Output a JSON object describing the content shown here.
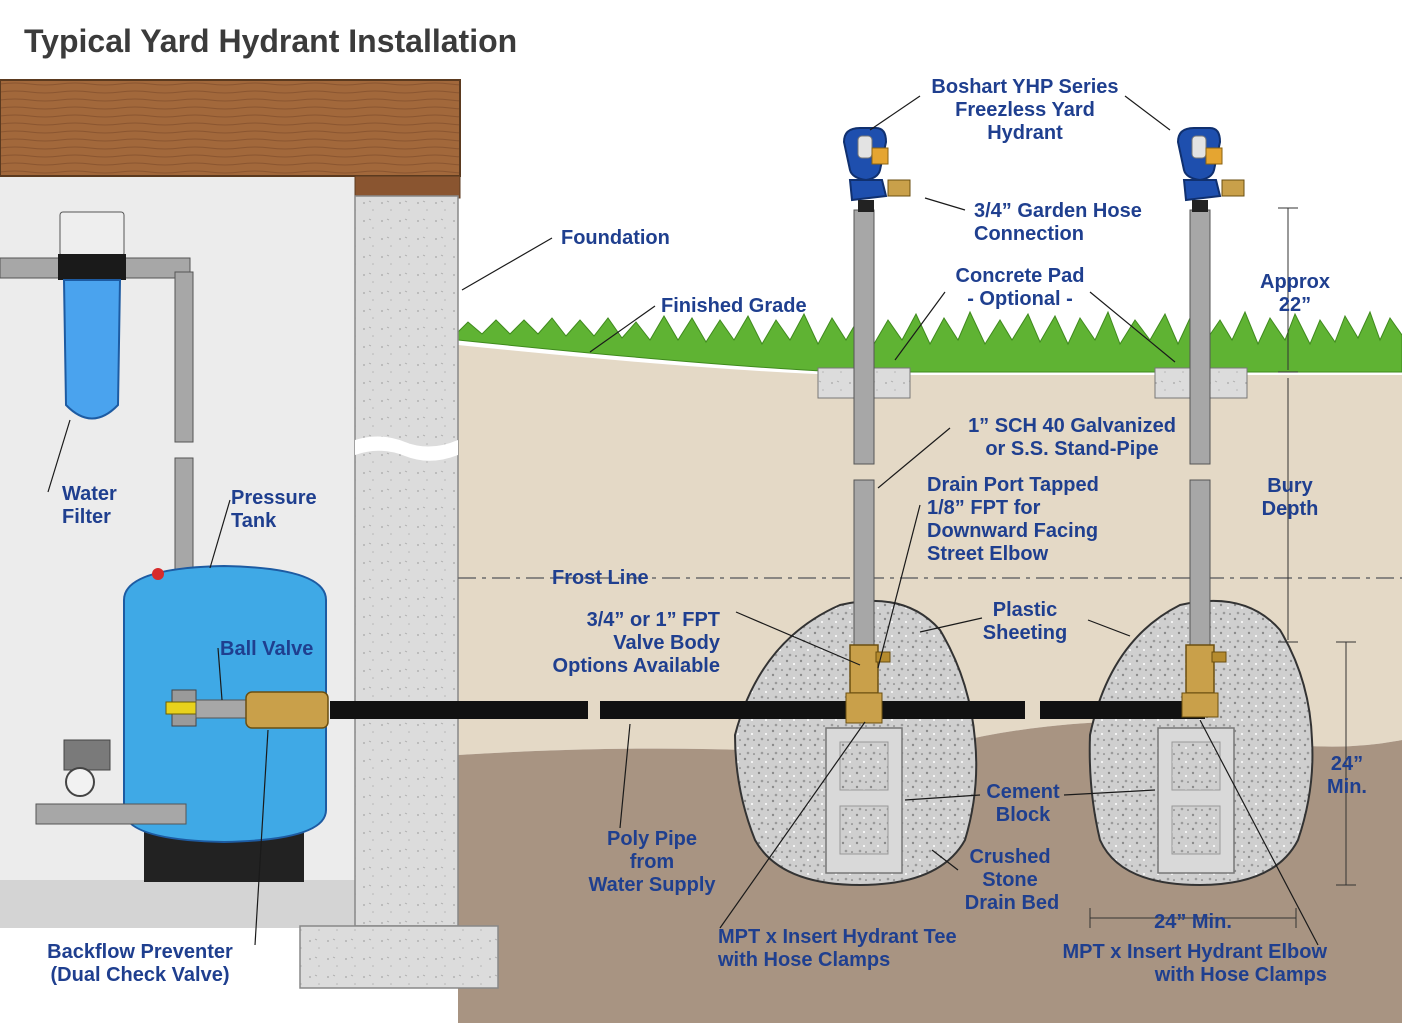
{
  "title": "Typical Yard Hydrant Installation",
  "labels": {
    "hydrant": [
      "Boshart YHP Series",
      "Freezless Yard",
      "Hydrant"
    ],
    "hose": [
      "3/4” Garden Hose",
      "Connection"
    ],
    "foundation": "Foundation",
    "pad": [
      "Concrete Pad",
      "- Optional -"
    ],
    "grade": "Finished Grade",
    "approx": [
      "Approx",
      "22”"
    ],
    "standpipe": [
      "1” SCH 40 Galvanized",
      "or S.S. Stand-Pipe"
    ],
    "drain": [
      "Drain Port Tapped",
      "1/8” FPT for",
      "Downward Facing",
      "Street Elbow"
    ],
    "bury": [
      "Bury",
      "Depth"
    ],
    "frost": "Frost Line",
    "valvebody": [
      "3/4” or 1” FPT",
      "Valve Body",
      "Options Available"
    ],
    "plastic": [
      "Plastic",
      "Sheeting"
    ],
    "filter": [
      "Water",
      "Filter"
    ],
    "tank": [
      "Pressure",
      "Tank"
    ],
    "ball": "Ball Valve",
    "min24v": [
      "24”",
      "Min."
    ],
    "cement": [
      "Cement",
      "Block"
    ],
    "poly": [
      "Poly Pipe",
      "from",
      "Water Supply"
    ],
    "crushed": [
      "Crushed",
      "Stone",
      "Drain Bed"
    ],
    "min24h": "24” Min.",
    "backflow": [
      "Backflow Preventer",
      "(Dual Check Valve)"
    ],
    "tee": [
      "MPT x Insert Hydrant Tee",
      "with Hose Clamps"
    ],
    "elbow": [
      "MPT x Insert Hydrant Elbow",
      "with Hose Clamps"
    ]
  },
  "colors": {
    "label_text": "#1f3f8f",
    "title_text": "#3b3b3b",
    "hydrant_blue": "#1e4fae",
    "tank_blue": "#3fa9e6",
    "grass": "#5fb333",
    "soil_upper": "#e4d9c6",
    "soil_lower": "#a89482",
    "wood": "#a2683b",
    "brass": "#c9a04a"
  }
}
